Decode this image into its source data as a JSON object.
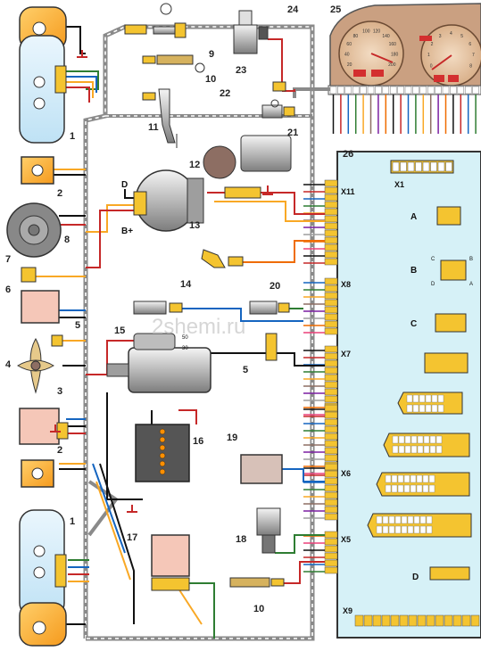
{
  "watermark": "2shemi.ru",
  "components": [
    {
      "id": "1a",
      "label": "1"
    },
    {
      "id": "1b",
      "label": "1"
    },
    {
      "id": "2a",
      "label": "2"
    },
    {
      "id": "2b",
      "label": "2"
    },
    {
      "id": "3",
      "label": "3"
    },
    {
      "id": "4",
      "label": "4"
    },
    {
      "id": "5a",
      "label": "5"
    },
    {
      "id": "5b",
      "label": "5"
    },
    {
      "id": "6",
      "label": "6"
    },
    {
      "id": "7",
      "label": "7"
    },
    {
      "id": "8",
      "label": "8"
    },
    {
      "id": "9",
      "label": "9"
    },
    {
      "id": "10a",
      "label": "10"
    },
    {
      "id": "10b",
      "label": "10"
    },
    {
      "id": "11",
      "label": "11"
    },
    {
      "id": "12",
      "label": "12"
    },
    {
      "id": "13",
      "label": "13"
    },
    {
      "id": "14",
      "label": "14"
    },
    {
      "id": "15",
      "label": "15"
    },
    {
      "id": "16",
      "label": "16"
    },
    {
      "id": "17",
      "label": "17"
    },
    {
      "id": "18",
      "label": "18"
    },
    {
      "id": "19",
      "label": "19"
    },
    {
      "id": "20",
      "label": "20"
    },
    {
      "id": "21",
      "label": "21"
    },
    {
      "id": "22",
      "label": "22"
    },
    {
      "id": "23",
      "label": "23"
    },
    {
      "id": "24",
      "label": "24"
    },
    {
      "id": "25",
      "label": "25"
    },
    {
      "id": "26",
      "label": "26"
    }
  ],
  "connectors": {
    "x11": "X11",
    "x8": "X8",
    "x7": "X7",
    "x6": "X6",
    "x5": "X5",
    "x9": "X9",
    "x1": "X1"
  },
  "blocks": {
    "a": "A",
    "b": "B",
    "c": "C",
    "d": "D",
    "b_side_c": "C",
    "b_side_b": "B",
    "b_side_d": "D",
    "b_side_a": "A"
  },
  "terminals": {
    "alt_d": "D",
    "alt_bplus": "B+",
    "starter_50": "50",
    "starter_30": "30"
  },
  "gauges": {
    "speedo_ticks": [
      "20",
      "40",
      "60",
      "80",
      "100",
      "120",
      "140",
      "160",
      "180",
      "200"
    ],
    "tacho_ticks": [
      "0",
      "1",
      "2",
      "3",
      "4",
      "5",
      "6",
      "7",
      "8"
    ]
  }
}
